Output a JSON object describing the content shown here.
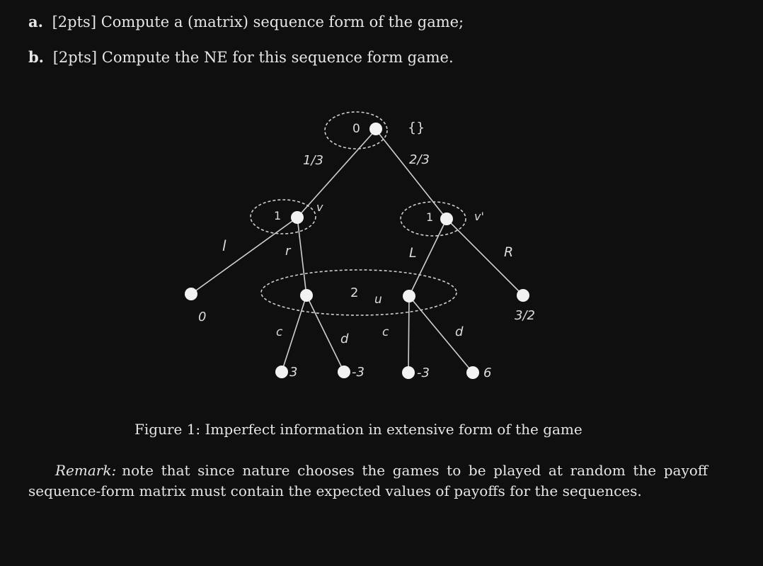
{
  "questions": [
    {
      "letter": "a.",
      "points": "[2pts]",
      "text": "Compute a (matrix) sequence form of the game;"
    },
    {
      "letter": "b.",
      "points": "[2pts]",
      "text": "Compute the NE for this sequence form game."
    }
  ],
  "tree": {
    "root_label": "0",
    "root_seq": "{}",
    "prob_left": "1/3",
    "prob_right": "2/3",
    "p1_left_label": "1",
    "p1_right_label": "1",
    "v_left": "v",
    "v_right": "v'",
    "action_l": "l",
    "action_r": "r",
    "action_L": "L",
    "action_R": "R",
    "p2_label": "2",
    "u_label": "u",
    "c_left": "c",
    "d_left": "d",
    "c_right": "c",
    "d_right": "d",
    "payoff_l": "0",
    "payoff_R": "3/2",
    "payoff_rc": "3",
    "payoff_rd": "-3",
    "payoff_Lc": "-3",
    "payoff_Ld": "6"
  },
  "caption": "Figure 1: Imperfect information in extensive form of the game",
  "remark": {
    "label": "Remark:",
    "line1": "note that since nature chooses the games to be played at random the payoff",
    "line2": "sequence-form matrix must contain the expected values of payoffs for the sequences."
  }
}
